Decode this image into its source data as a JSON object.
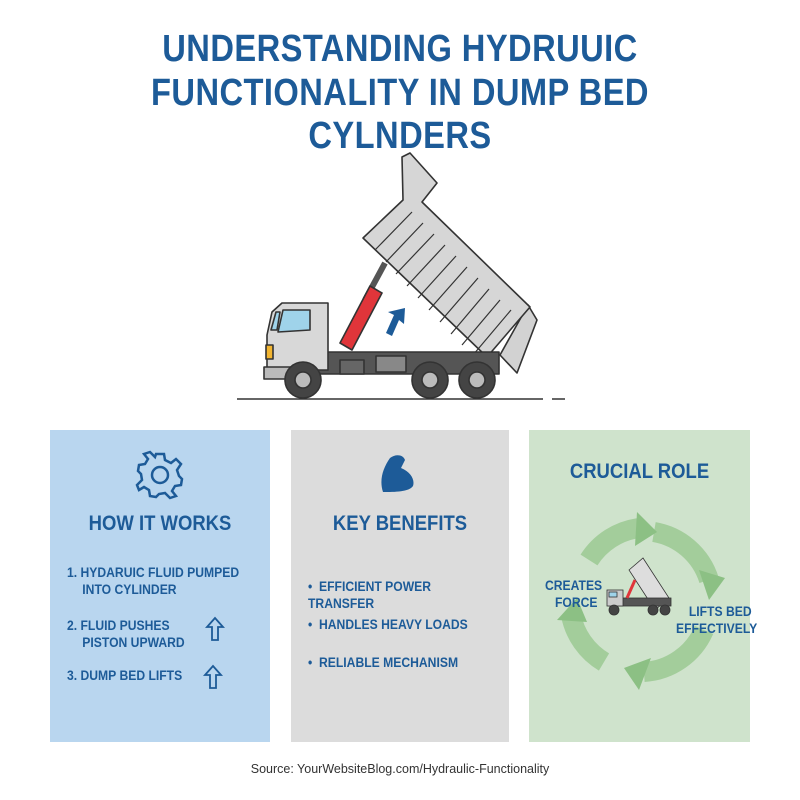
{
  "title": {
    "line1": "UNDERSTANDING HYDRUUIC",
    "line2": "FUNCTIONALITY IN DUMP BED CYLNDERS"
  },
  "panels": {
    "how": {
      "icon": "gear-icon",
      "heading": "HOW IT WORKS",
      "color": "#b9d6ef",
      "steps": [
        {
          "l1": "1. HYDARUIC FLUID PUMPED",
          "l2": "INTO CYLINDER"
        },
        {
          "l1": "2. FLUID PUSHES",
          "l2": "PISTON UPWARD",
          "icon": "up-arrow-icon"
        },
        {
          "l1": "3. DUMP BED LIFTS",
          "icon": "up-arrow-icon"
        }
      ]
    },
    "benefits": {
      "icon": "flexed-arm-icon",
      "heading": "KEY BENEFITS",
      "color": "#dcdcdc",
      "items": [
        "EFFICIENT POWER TRANSFER",
        "HANDLES HEAVY LOADS",
        "RELIABLE MECHANISM"
      ]
    },
    "role": {
      "heading": "CRUCIAL ROLE",
      "color": "#cfe3cc",
      "left": {
        "l1": "CREATES",
        "l2": "FORCE"
      },
      "right": {
        "l1": "LIFTS BED",
        "l2": "EFFECTIVELY"
      }
    }
  },
  "source": "Source: YourWebsiteBlog.com/Hydraulic-Functionality",
  "colors": {
    "accent": "#1d5b98",
    "cylinder": "#e0353a",
    "cycle": "#8cc084"
  }
}
